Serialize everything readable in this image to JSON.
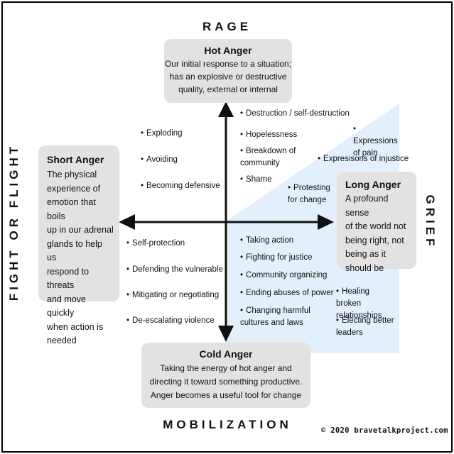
{
  "axes": {
    "top": "RAGE",
    "bottom": "MOBILIZATION",
    "left": "FIGHT OR FLIGHT",
    "right": "GRIEF"
  },
  "boxes": {
    "hot": {
      "title": "Hot Anger",
      "lines": [
        "Our initial response to a situation;",
        "has an explosive or destructive",
        "quality, external or internal"
      ]
    },
    "cold": {
      "title": "Cold Anger",
      "lines": [
        "Taking the energy of hot anger and",
        "directing it toward something productive.",
        "Anger becomes a useful tool for change"
      ]
    },
    "short": {
      "title": "Short Anger",
      "lines": [
        "The physical",
        "experience of",
        "emotion that boils",
        "up in our adrenal",
        "glands to help us",
        "respond to threats",
        "and move quickly",
        "when action is",
        "needed"
      ]
    },
    "long": {
      "title": "Long Anger",
      "lines": [
        "A profound sense",
        "of the world not",
        "being right, not",
        "being as it",
        "should be"
      ]
    }
  },
  "quadrants": {
    "top_left": [
      "Exploding",
      "Avoiding",
      "Becoming defensive"
    ],
    "top_center": [
      "Destruction / self-destruction",
      "Hopelessness",
      "Breakdown of community",
      "Shame"
    ],
    "top_right": [
      "Expressions of pain",
      "Expresisons of injustice",
      "Protesting for change"
    ],
    "bottom_left": [
      "Self-protection",
      "Defending the vulnerable",
      "Mitigating or negotiating",
      "De-escalating violence"
    ],
    "bottom_center": [
      "Taking action",
      "Fighting for justice",
      "Community organizing",
      "Ending abuses of power",
      "Changing harmful cultures and laws"
    ],
    "bottom_right": [
      "Healing broken relationships",
      "Electing better leaders"
    ]
  },
  "colors": {
    "grief_shade": "#e3effa",
    "box_fill": "#e2e2e2",
    "axis": "#111111"
  },
  "credit": "© 2020 bravetalkproject.com"
}
